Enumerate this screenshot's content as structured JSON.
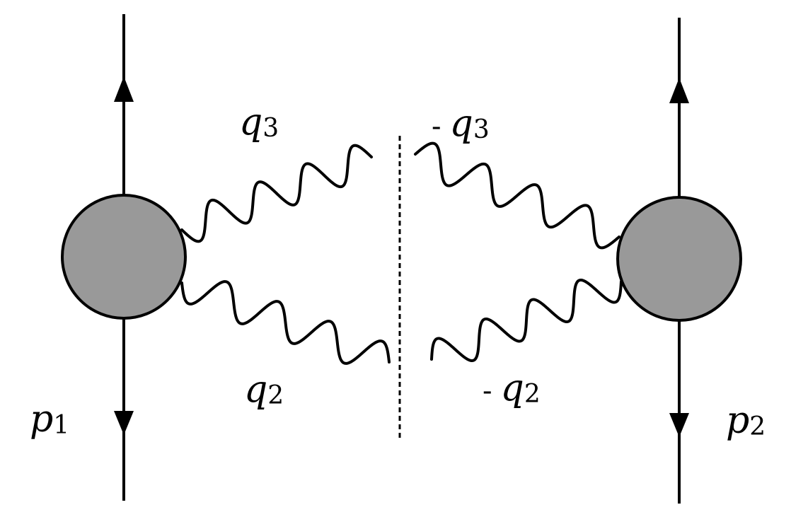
{
  "labels": {
    "p1": {
      "base": "p",
      "sub": "1"
    },
    "p2": {
      "base": "p",
      "sub": "2"
    },
    "q3_left": {
      "base": "q",
      "sub": "3"
    },
    "q2_left": {
      "base": "q",
      "sub": "2"
    },
    "q3_right": {
      "sign": "-",
      "base": "q",
      "sub": "3"
    },
    "q2_right": {
      "sign": "-",
      "base": "q",
      "sub": "2"
    }
  },
  "colors": {
    "line": "#000000",
    "blob_fill": "#999999",
    "background": "#ffffff"
  }
}
